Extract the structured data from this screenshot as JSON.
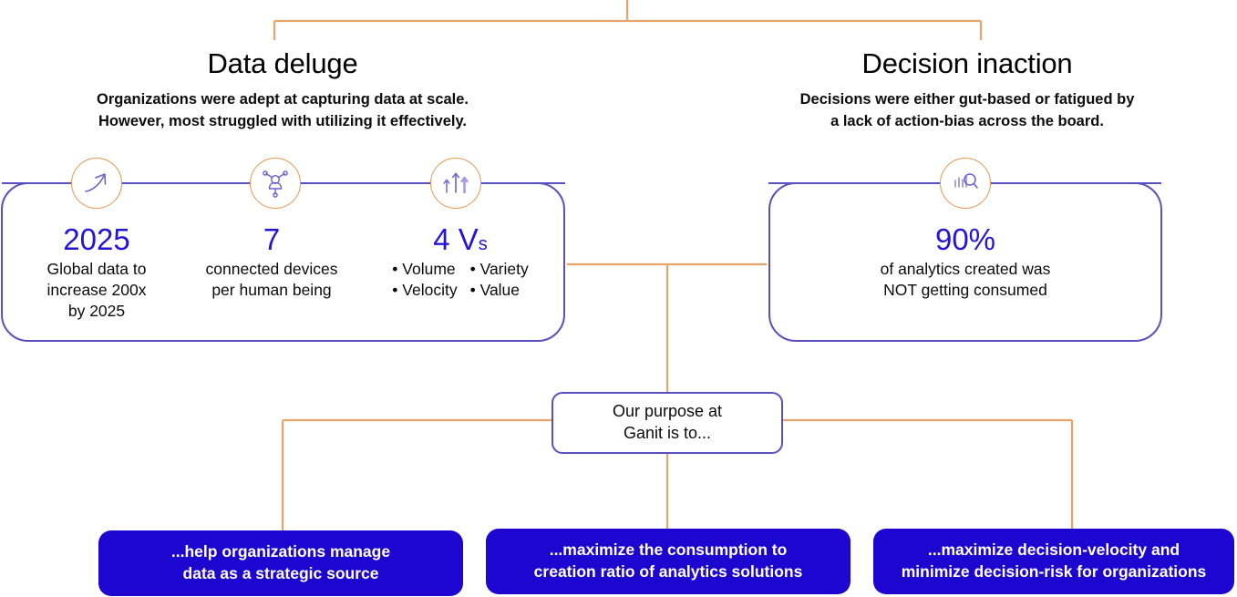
{
  "colors": {
    "connector_orange": "#e8a36a",
    "card_border_purple": "#5a4fc0",
    "stat_blue": "#2614d6",
    "pill_blue": "#1d06cf",
    "icon_ring_orange": "#e8954f",
    "icon_stroke_purple": "#6b5fd0",
    "text_black": "#0b0b0b",
    "background": "#ffffff"
  },
  "branches": [
    {
      "id": "data-deluge",
      "title": "Data deluge",
      "subtitle_lines": [
        "Organizations were adept at capturing data at scale.",
        "However, most struggled with utilizing it effectively."
      ]
    },
    {
      "id": "decision-inaction",
      "title": "Decision inaction",
      "subtitle_lines": [
        "Decisions were either gut-based or fatigued by",
        "a lack of action-bias across the board."
      ]
    }
  ],
  "left_card": {
    "stats": [
      {
        "icon": "growth-arrow-icon",
        "number": "2025",
        "description_lines": [
          "Global data to",
          "increase 200x",
          "by 2025"
        ]
      },
      {
        "icon": "connected-devices-icon",
        "number": "7",
        "description_lines": [
          "connected devices",
          "per human being"
        ]
      },
      {
        "icon": "rising-bars-icon",
        "number": "4 V",
        "number_sub": "s",
        "bullets_left": [
          "• Volume",
          "• Velocity"
        ],
        "bullets_right": [
          "• Variety",
          "• Value"
        ]
      }
    ]
  },
  "right_card": {
    "stat": {
      "icon": "analytics-search-icon",
      "number": "90%",
      "description_lines": [
        "of analytics created was",
        "NOT getting consumed"
      ]
    }
  },
  "purpose": {
    "lines": [
      "Our purpose at",
      "Ganit is to..."
    ]
  },
  "outcomes": [
    {
      "id": "outcome-manage-data",
      "lines": [
        "...help organizations manage",
        "data as a strategic source"
      ]
    },
    {
      "id": "outcome-consumption-ratio",
      "lines": [
        "...maximize the consumption to",
        "creation ratio of analytics solutions"
      ]
    },
    {
      "id": "outcome-decision-velocity",
      "lines": [
        "...maximize decision-velocity and",
        "minimize decision-risk for organizations"
      ]
    }
  ]
}
